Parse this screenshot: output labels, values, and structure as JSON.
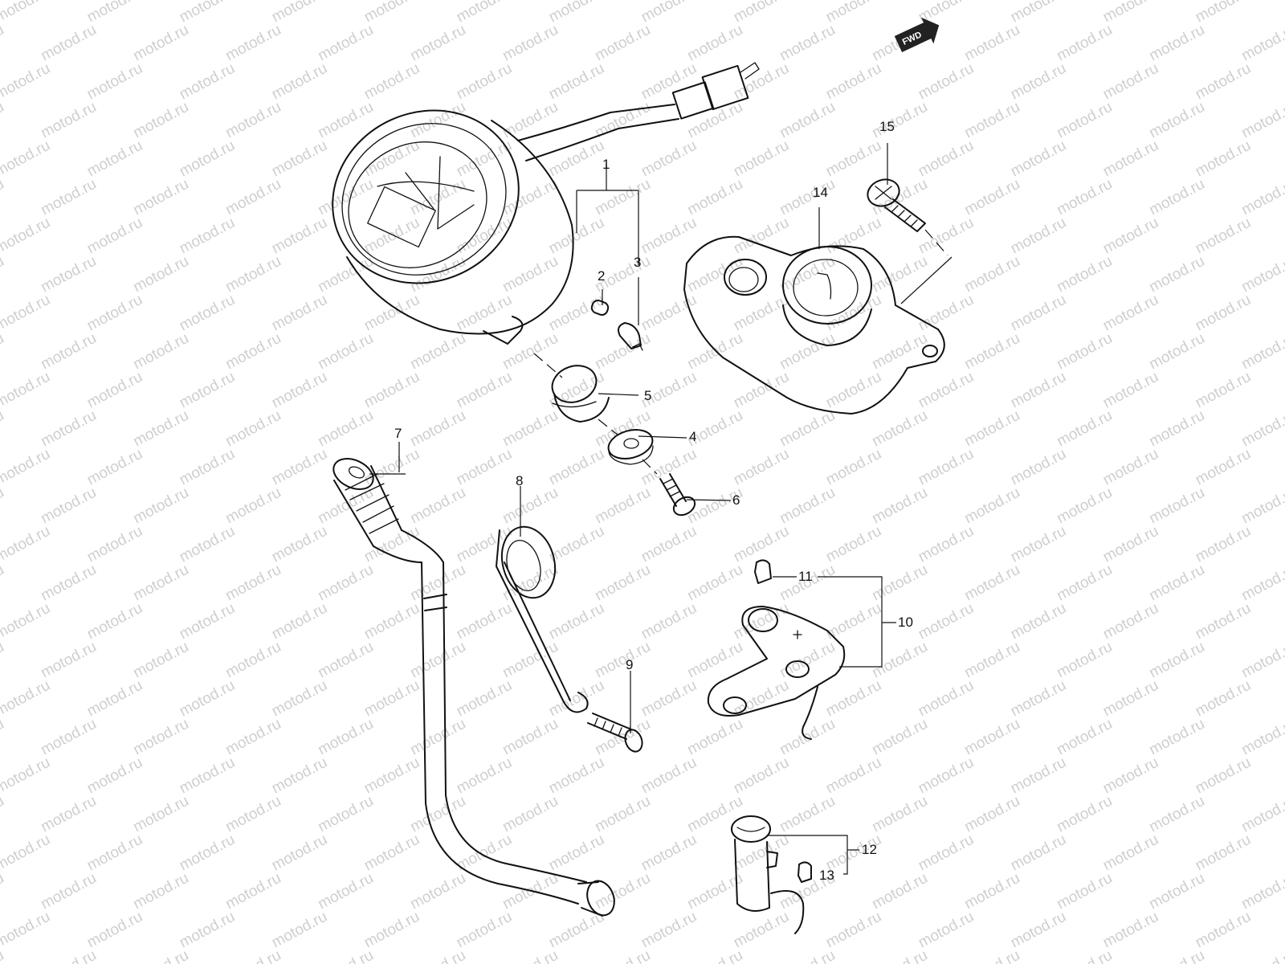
{
  "watermark": {
    "text": "motod.ru",
    "color": "#cfcfcf"
  },
  "direction_badge": {
    "text": "FWD",
    "color": "#222222"
  },
  "callouts": [
    "1",
    "2",
    "3",
    "4",
    "5",
    "6",
    "7",
    "8",
    "9",
    "10",
    "11",
    "12",
    "13",
    "14",
    "15"
  ],
  "colors": {
    "line": "#111111",
    "background": "#ffffff"
  }
}
